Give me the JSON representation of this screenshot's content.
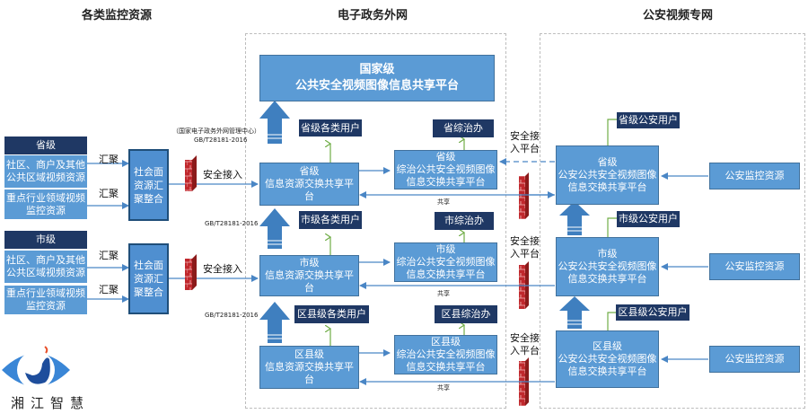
{
  "headers": {
    "left": "各类监控资源",
    "middle": "电子政务外网",
    "right": "公安视频专网"
  },
  "national": {
    "line1": "国家级",
    "line2": "公共安全视频图像信息共享平台"
  },
  "mgmt_center": "（国家电子政务外网管理中心）",
  "standard": "GB/T28181-2016",
  "sources": [
    {
      "level": "省级",
      "items": [
        "社区、商户及其他\n公共区域视频资源",
        "重点行业领域视频\n监控资源"
      ],
      "aggregate_label": "汇聚",
      "integration": "社会面\n资源汇\n聚整合",
      "access_label": "安全接入"
    },
    {
      "level": "市级",
      "items": [
        "社区、商户及其他\n公共区域视频资源",
        "重点行业领域视频\n监控资源"
      ],
      "aggregate_label": "汇聚",
      "integration": "社会面\n资源汇\n聚整合",
      "access_label": "安全接入"
    }
  ],
  "gov_levels": [
    {
      "users": "省级各类用户",
      "exchange": "省级\n信息资源交换共享平台",
      "office": "省综治办",
      "zongzhi": "省级\n综治公共安全视频图像\n信息交换共享平台",
      "share": "共享"
    },
    {
      "users": "市级各类用户",
      "exchange": "市级\n信息资源交换共享平台",
      "office": "市综治办",
      "zongzhi": "市级\n综治公共安全视频图像\n信息交换共享平台",
      "share": "共享"
    },
    {
      "users": "区县级各类用户",
      "exchange": "区县级\n信息资源交换共享平台",
      "office": "区县综治办",
      "zongzhi": "区县级\n综治公共安全视频图像\n信息交换共享平台",
      "share": "共享"
    }
  ],
  "gateway_label": "安全接\n入平台",
  "police_levels": [
    {
      "users": "省级公安用户",
      "platform": "省级\n公安公共安全视频图像\n信息交换共享平台",
      "source": "公安监控资源"
    },
    {
      "users": "市级公安用户",
      "platform": "市级\n公安公共安全视频图像\n信息交换共享平台",
      "source": "公安监控资源"
    },
    {
      "users": "区县级公安用户",
      "platform": "区县级\n公安公共安全视频图像\n信息交换共享平台",
      "source": "公安监控资源"
    }
  ],
  "logo": {
    "text": "湘江智慧"
  },
  "colors": {
    "box": "#5b9bd5",
    "dark_box": "#1f3864",
    "arrow": "#4a86c5",
    "user_arrow": "#70ad47",
    "firewall": "#c00000"
  }
}
